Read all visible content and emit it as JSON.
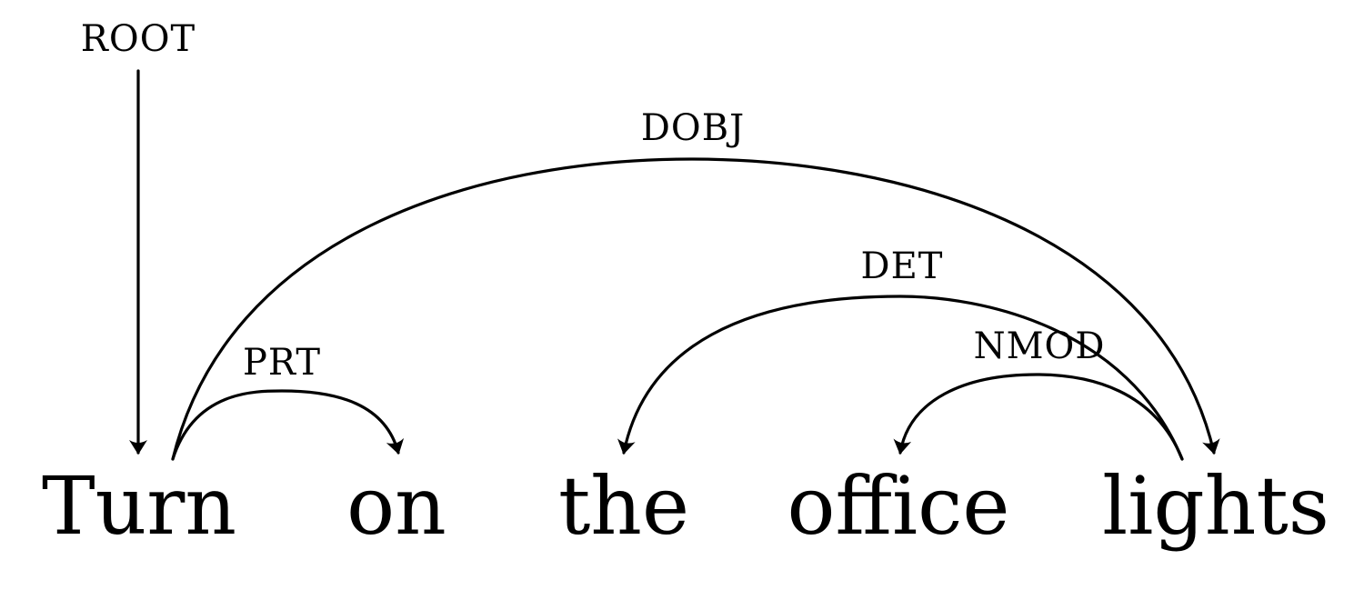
{
  "root_label": "ROOT",
  "words": [
    "Turn",
    "on",
    "the",
    "office",
    "lights"
  ],
  "arcs": [
    {
      "label": "ROOT",
      "head": null,
      "dependent": 0
    },
    {
      "label": "PRT",
      "head": 0,
      "dependent": 1
    },
    {
      "label": "DOBJ",
      "head": 0,
      "dependent": 4
    },
    {
      "label": "DET",
      "head": 4,
      "dependent": 2
    },
    {
      "label": "NMOD",
      "head": 4,
      "dependent": 3
    }
  ],
  "colors": {
    "ink": "#000000",
    "background": "#ffffff"
  }
}
